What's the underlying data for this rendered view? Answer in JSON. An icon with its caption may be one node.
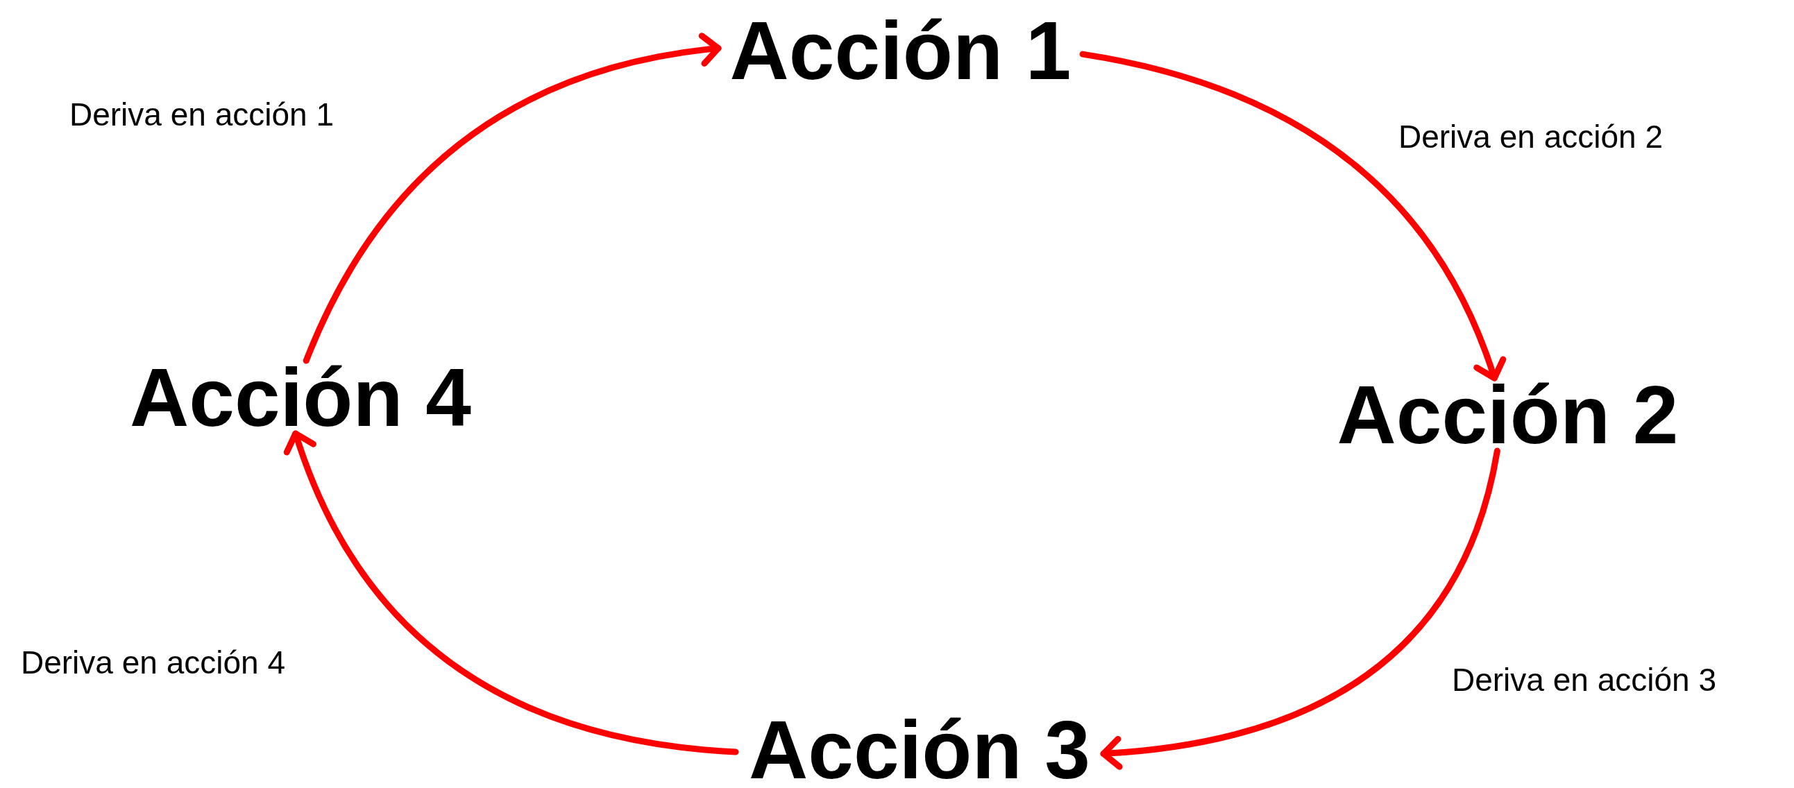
{
  "diagram": {
    "nodes": [
      {
        "text": [
          "Acción 1"
        ]
      },
      {
        "text": [
          "Acción 2"
        ]
      },
      {
        "text": [
          "Acción 3"
        ]
      },
      {
        "text": [
          "Acción 4"
        ]
      }
    ],
    "edges": [
      {
        "from": 3,
        "to": 0,
        "arrow": "to",
        "label": "Deriva en acción 1"
      },
      {
        "from": 0,
        "to": 1,
        "arrow": "to",
        "label": "Deriva en acción 2"
      },
      {
        "from": 1,
        "to": 2,
        "arrow": "to",
        "label": "Deriva en acción 3"
      },
      {
        "from": 2,
        "to": 3,
        "arrow": "to",
        "label": "Deriva en acción 4"
      }
    ]
  }
}
